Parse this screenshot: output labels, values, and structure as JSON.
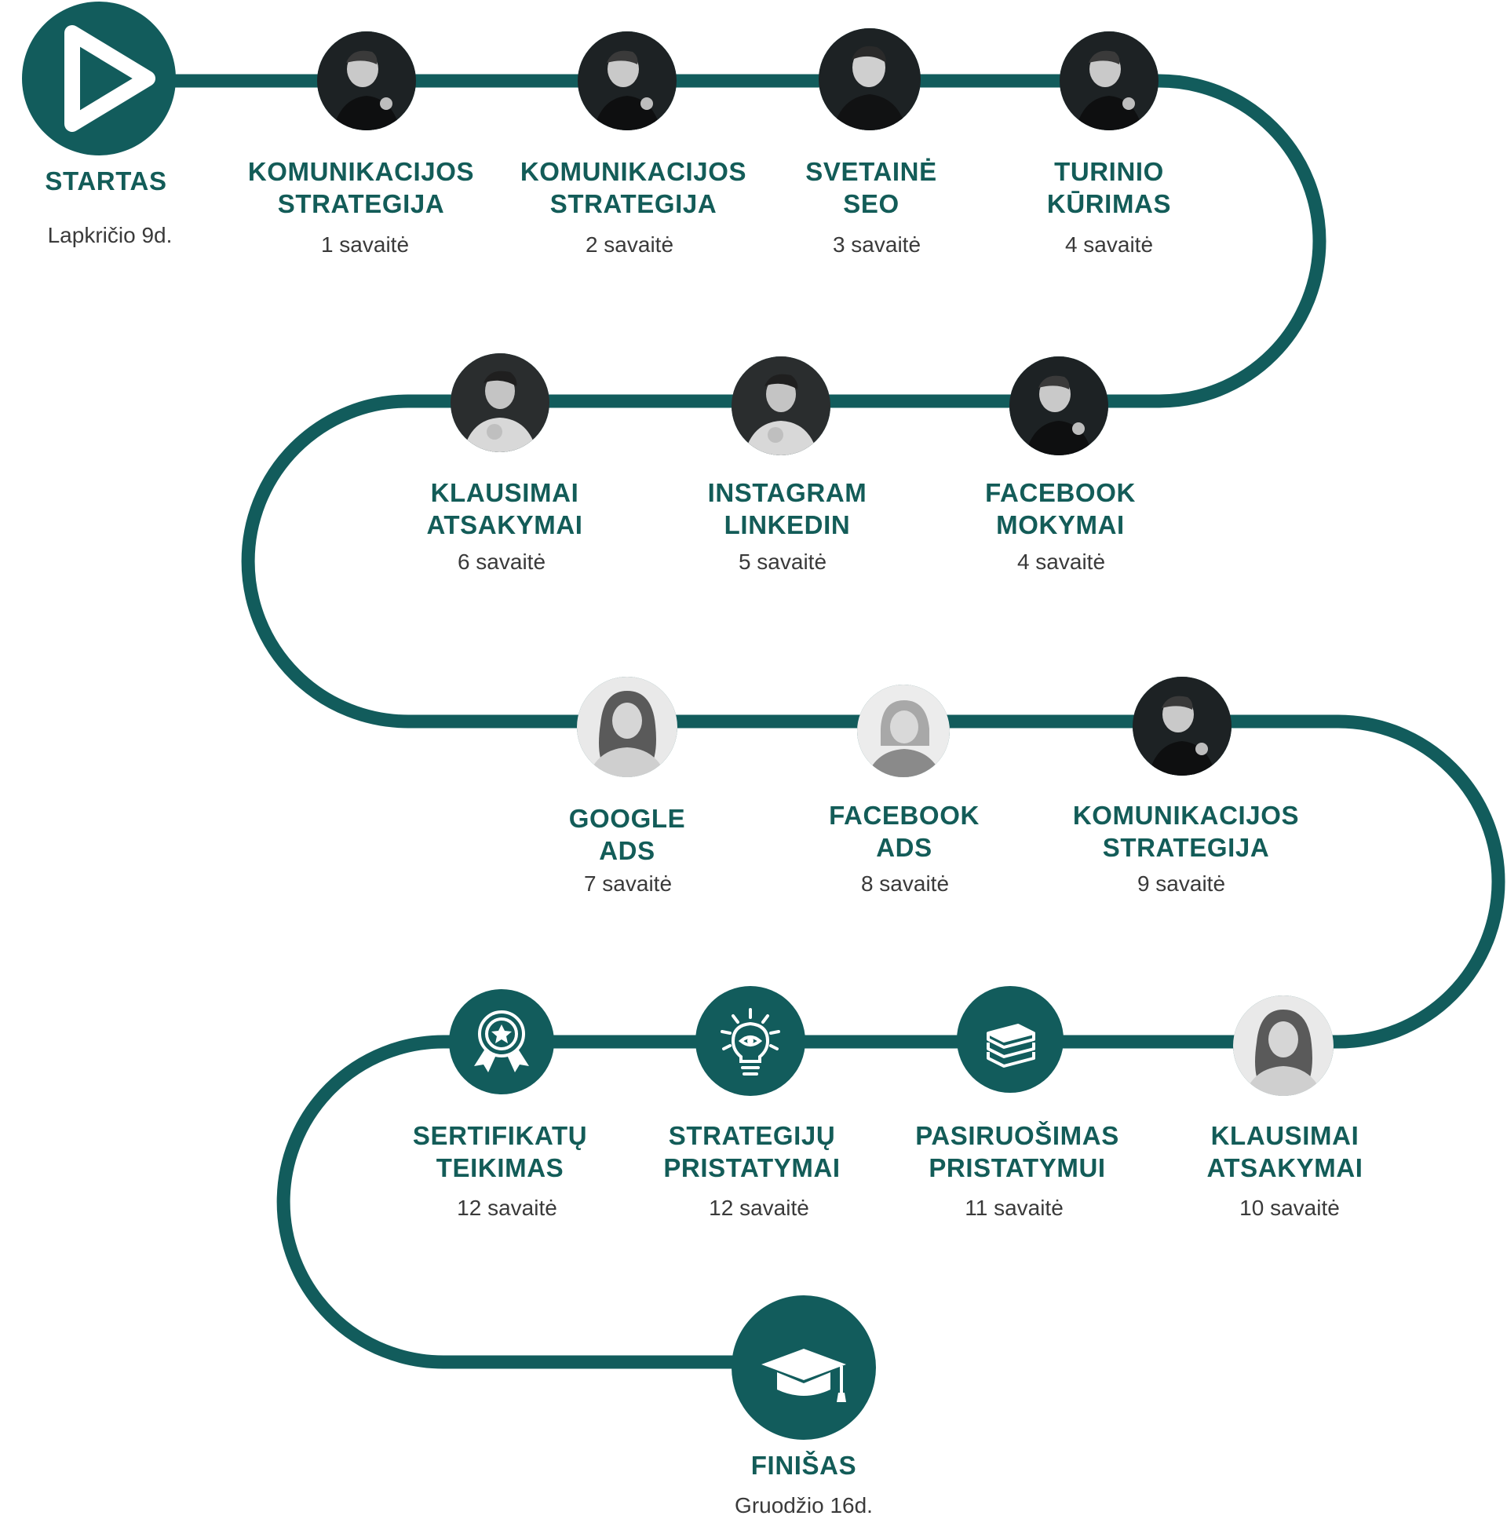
{
  "colors": {
    "path": "#125c5c",
    "title": "#135c58",
    "subtitle": "#3a3a3a",
    "portrait_bg": "#1d2224",
    "portrait_face": "#c9c9c9"
  },
  "steps": [
    {
      "id": "start",
      "icon": "play-icon",
      "title": [
        "STARTAS"
      ],
      "subtitle": "Lapkričio 9d."
    },
    {
      "id": "s1",
      "icon": "portrait-man-dark-shirt",
      "title": [
        "KOMUNIKACIJOS",
        "STRATEGIJA"
      ],
      "subtitle": "1 savaitė"
    },
    {
      "id": "s2",
      "icon": "portrait-man-dark-shirt",
      "title": [
        "KOMUNIKACIJOS",
        "STRATEGIJA"
      ],
      "subtitle": "2 savaitė"
    },
    {
      "id": "s3",
      "icon": "portrait-man-dark-tee",
      "title": [
        "SVETAINĖ",
        "SEO"
      ],
      "subtitle": "3 savaitė"
    },
    {
      "id": "s4",
      "icon": "portrait-man-dark-shirt",
      "title": [
        "TURINIO",
        "KŪRIMAS"
      ],
      "subtitle": "4 savaitė"
    },
    {
      "id": "s5",
      "icon": "portrait-man-dark-shirt",
      "title": [
        "FACEBOOK",
        "MOKYMAI"
      ],
      "subtitle": "4 savaitė"
    },
    {
      "id": "s6",
      "icon": "portrait-man-light-sweater",
      "title": [
        "INSTAGRAM",
        "LINKEDIN"
      ],
      "subtitle": "5 savaitė"
    },
    {
      "id": "s7",
      "icon": "portrait-man-light-sweater",
      "title": [
        "KLAUSIMAI",
        "ATSAKYMAI"
      ],
      "subtitle": "6 savaitė"
    },
    {
      "id": "s8",
      "icon": "portrait-woman-curly",
      "title": [
        "GOOGLE",
        "ADS"
      ],
      "subtitle": "7 savaitė"
    },
    {
      "id": "s9",
      "icon": "portrait-woman-blonde",
      "title": [
        "FACEBOOK",
        "ADS"
      ],
      "subtitle": "8 savaitė"
    },
    {
      "id": "s10",
      "icon": "portrait-man-dark-shirt",
      "title": [
        "KOMUNIKACIJOS",
        "STRATEGIJA"
      ],
      "subtitle": "9 savaitė"
    },
    {
      "id": "s11",
      "icon": "portrait-woman-curly",
      "title": [
        "KLAUSIMAI",
        "ATSAKYMAI"
      ],
      "subtitle": "10 savaitė"
    },
    {
      "id": "s12",
      "icon": "books-icon",
      "title": [
        "PASIRUOŠIMAS",
        "PRISTATYMUI"
      ],
      "subtitle": "11 savaitė"
    },
    {
      "id": "s13",
      "icon": "lightbulb-icon",
      "title": [
        "STRATEGIJŲ",
        "PRISTATYMAI"
      ],
      "subtitle": "12 savaitė"
    },
    {
      "id": "s14",
      "icon": "award-badge-icon",
      "title": [
        "SERTIFIKATŲ",
        "TEIKIMAS"
      ],
      "subtitle": "12 savaitė"
    },
    {
      "id": "finish",
      "icon": "graduation-cap-icon",
      "title": [
        "FINIŠAS"
      ],
      "subtitle": "Gruodžio 16d."
    }
  ]
}
